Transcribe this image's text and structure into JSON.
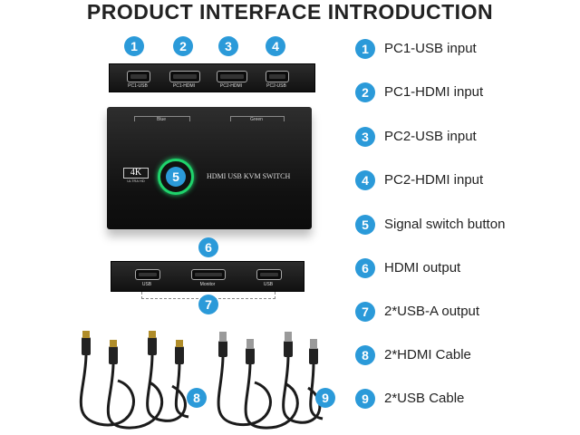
{
  "title": "PRODUCT INTERFACE INTRODUCTION",
  "accent_color": "#2b9ad9",
  "switch_ring_color": "#1fd36b",
  "legend": [
    {
      "num": "1",
      "text": "PC1-USB input"
    },
    {
      "num": "2",
      "text": "PC1-HDMI input"
    },
    {
      "num": "3",
      "text": "PC2-USB input"
    },
    {
      "num": "4",
      "text": "PC2-HDMI input"
    },
    {
      "num": "5",
      "text": "Signal switch button"
    },
    {
      "num": "6",
      "text": "HDMI output"
    },
    {
      "num": "7",
      "text": "2*USB-A output"
    },
    {
      "num": "8",
      "text": "2*HDMI Cable"
    },
    {
      "num": "9",
      "text": "2*USB Cable"
    }
  ],
  "device": {
    "top_ports": [
      "PC1-USB",
      "PC1-HDMI",
      "PC2-HDMI",
      "PC2-USB"
    ],
    "top_brackets": [
      "Blue",
      "Green"
    ],
    "logo_4k": "4K",
    "logo_ultrahd": "ULTRA HD",
    "model_text": "HDMI USB KVM SWITCH",
    "bottom_ports": [
      "USB",
      "Monitor",
      "USB"
    ]
  }
}
